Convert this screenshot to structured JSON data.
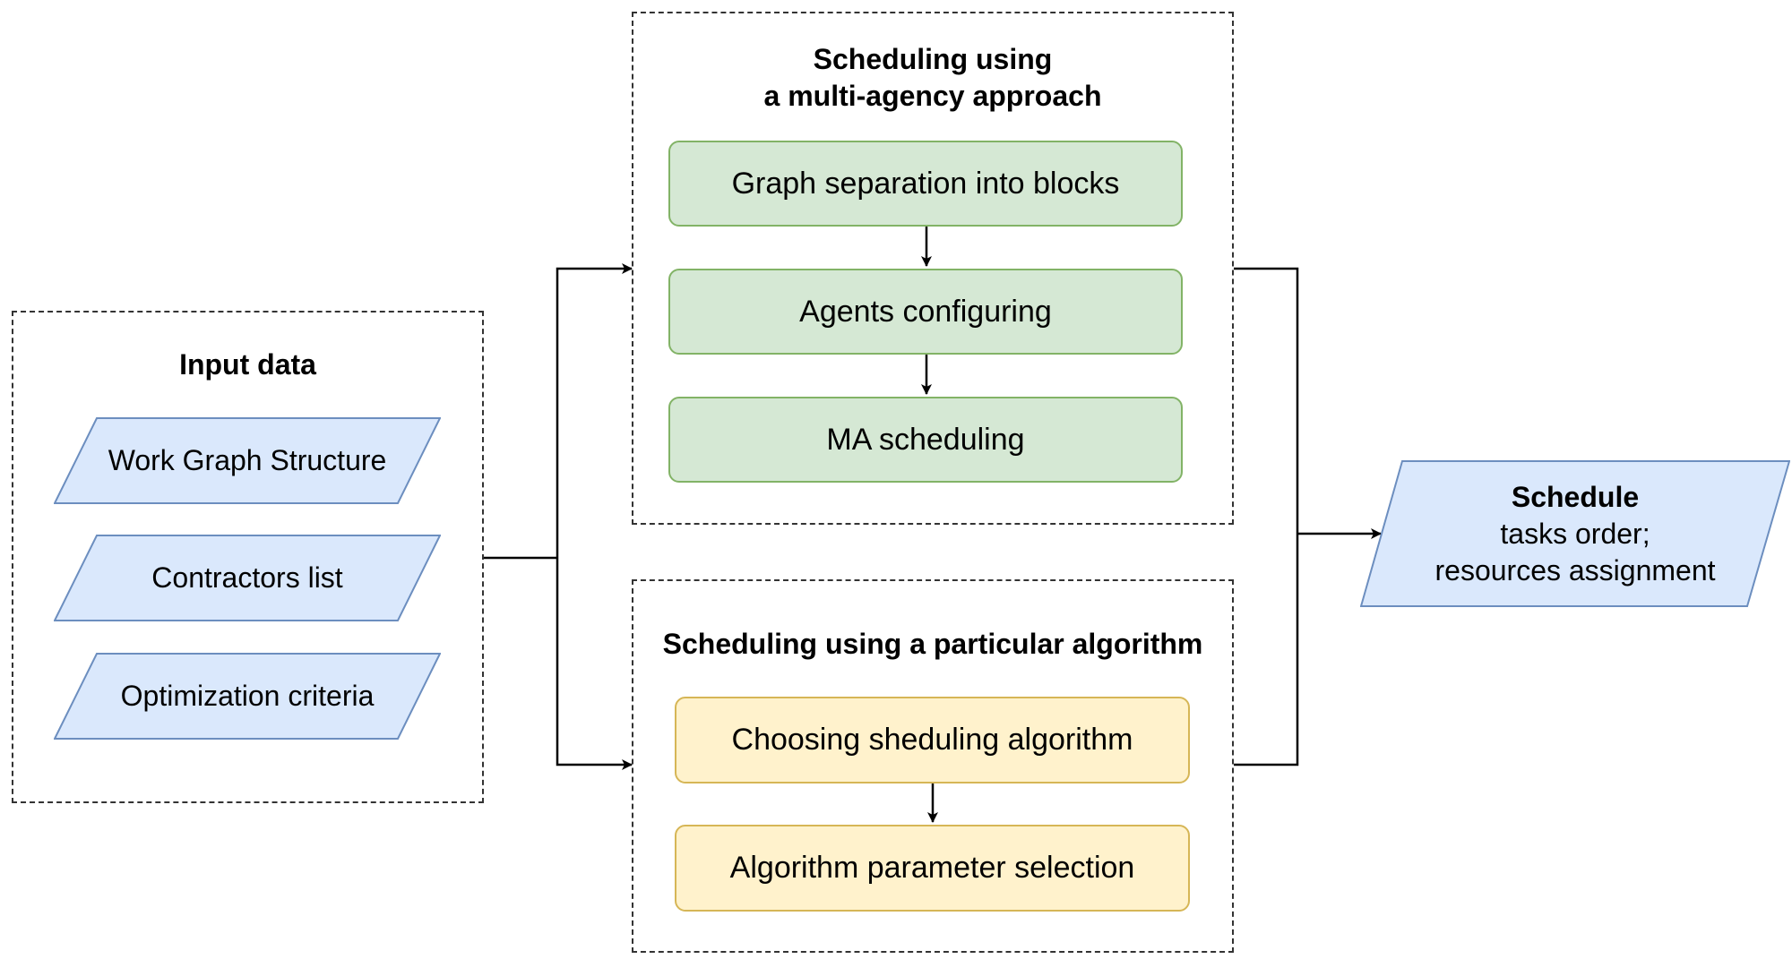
{
  "input_group": {
    "title": "Input data",
    "items": [
      "Work Graph Structure",
      "Contractors list",
      "Optimization criteria"
    ]
  },
  "multi_agent_group": {
    "title_line1": "Scheduling using",
    "title_line2": "a multi-agency approach",
    "steps": [
      "Graph separation into blocks",
      "Agents configuring",
      "MA scheduling"
    ]
  },
  "algorithm_group": {
    "title": "Scheduling using a particular algorithm",
    "steps": [
      "Choosing sheduling algorithm",
      "Algorithm parameter selection"
    ]
  },
  "output": {
    "title": "Schedule",
    "line1": "tasks order;",
    "line2": "resources assignment"
  },
  "colors": {
    "green_fill": "#d5e8d4",
    "green_stroke": "#82b366",
    "yellow_fill": "#fff2cc",
    "yellow_stroke": "#d6b656",
    "blue_fill": "#dae8fc",
    "blue_stroke": "#6c8ebf"
  }
}
